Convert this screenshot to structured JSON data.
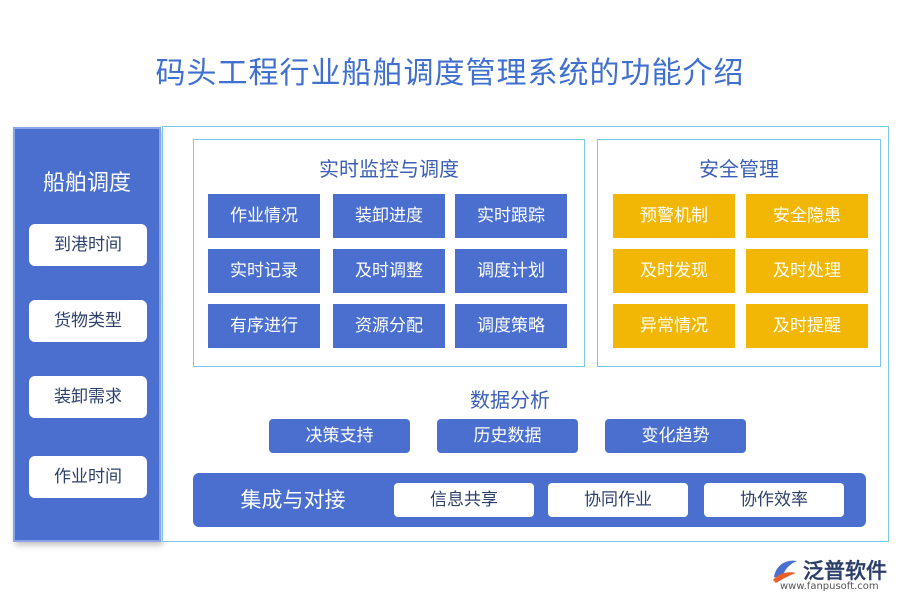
{
  "title": "码头工程行业船舶调度管理系统的功能介绍",
  "left": {
    "title": "船舶调度",
    "items": [
      "到港时间",
      "货物类型",
      "装卸需求",
      "作业时间"
    ]
  },
  "monitor": {
    "title": "实时监控与调度",
    "items": [
      "作业情况",
      "装卸进度",
      "实时跟踪",
      "实时记录",
      "及时调整",
      "调度计划",
      "有序进行",
      "资源分配",
      "调度策略"
    ]
  },
  "safety": {
    "title": "安全管理",
    "items": [
      "预警机制",
      "安全隐患",
      "及时发现",
      "及时处理",
      "异常情况",
      "及时提醒"
    ]
  },
  "analysis": {
    "title": "数据分析",
    "items": [
      "决策支持",
      "历史数据",
      "变化趋势"
    ]
  },
  "integration": {
    "title": "集成与对接",
    "items": [
      "信息共享",
      "协同作业",
      "协作效率"
    ]
  },
  "logo": {
    "name": "泛普软件",
    "url": "www.fanpusoft.com"
  },
  "colors": {
    "primary_blue": "#4a6fcf",
    "accent_gold": "#f2b705",
    "frame_cyan": "#7cc7e6",
    "title_blue": "#3f6fcf"
  }
}
